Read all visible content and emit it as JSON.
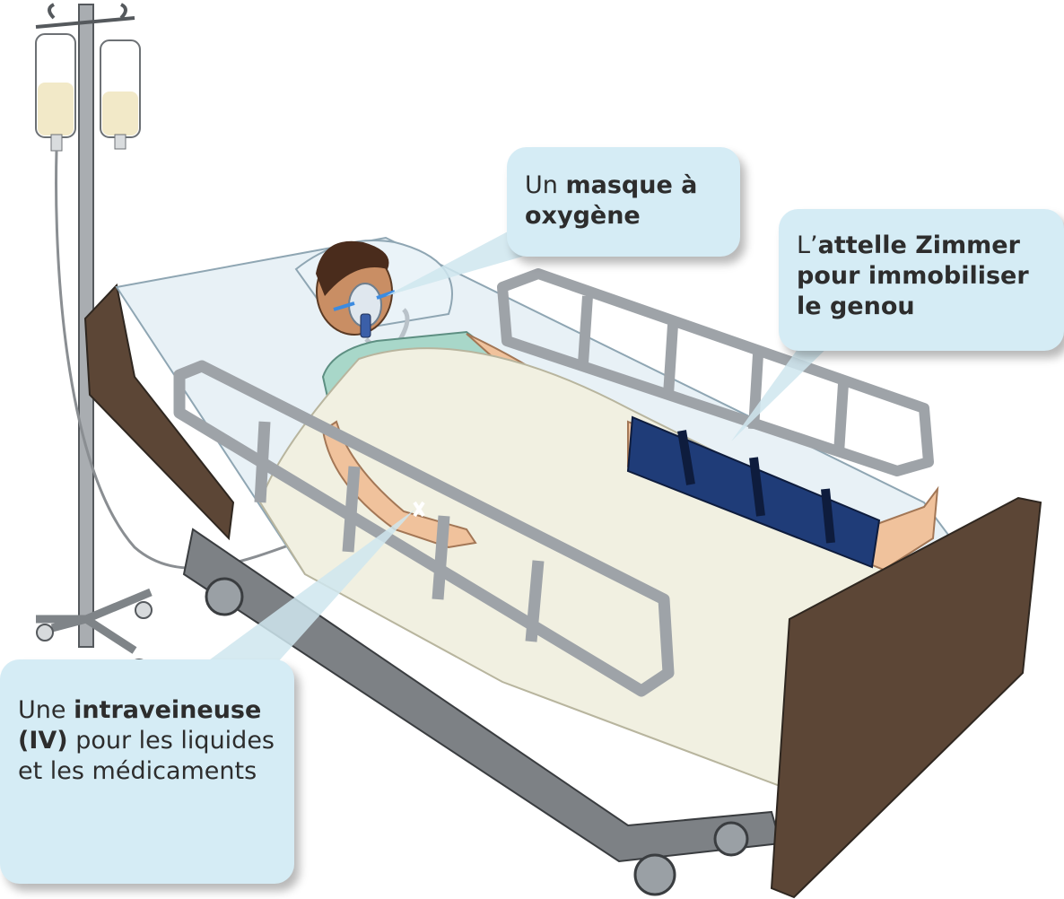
{
  "callouts": {
    "oxygen_mask": {
      "prefix": "Un ",
      "bold": "masque à oxygène",
      "suffix": ""
    },
    "zimmer_splint": {
      "prefix": "L’",
      "bold": "attelle Zimmer pour immobiliser le genou",
      "suffix": ""
    },
    "iv": {
      "prefix": "Une ",
      "bold": "intraveineuse (IV)",
      "suffix": " pour les liquides et les médicaments"
    }
  },
  "colors": {
    "callout_fill": "#d5ecf5",
    "callout_pointer": "#cfe6ef",
    "bed_frame": "#5c4636",
    "rail_metal": "#9ea3a8",
    "sheet": "#f1f0e1",
    "mattress": "#e8f1f6",
    "gown": "#a8d7c9",
    "skin": "#f0c29c",
    "splint": "#1f3c78",
    "iv_fluid": "#f2e9c8"
  }
}
